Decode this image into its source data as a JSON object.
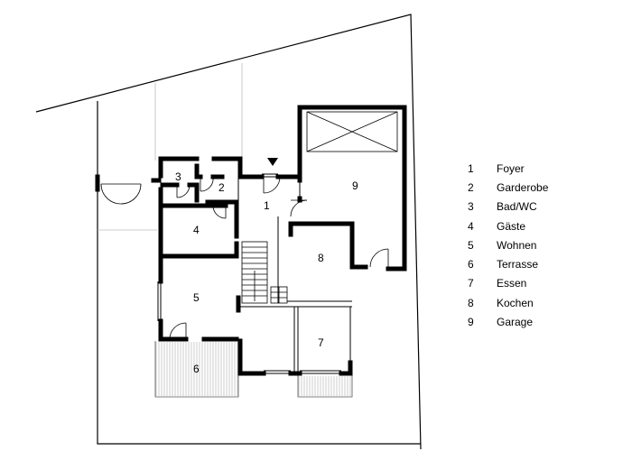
{
  "rooms": [
    {
      "num": "1",
      "name": "Foyer"
    },
    {
      "num": "2",
      "name": "Garderobe"
    },
    {
      "num": "3",
      "name": "Bad/WC"
    },
    {
      "num": "4",
      "name": "Gäste"
    },
    {
      "num": "5",
      "name": "Wohnen"
    },
    {
      "num": "6",
      "name": "Terrasse"
    },
    {
      "num": "7",
      "name": "Essen"
    },
    {
      "num": "8",
      "name": "Kochen"
    },
    {
      "num": "9",
      "name": "Garage"
    }
  ],
  "colors": {
    "wall": "#000000",
    "thin_line": "#555555",
    "light_line": "#bbbbbb"
  }
}
